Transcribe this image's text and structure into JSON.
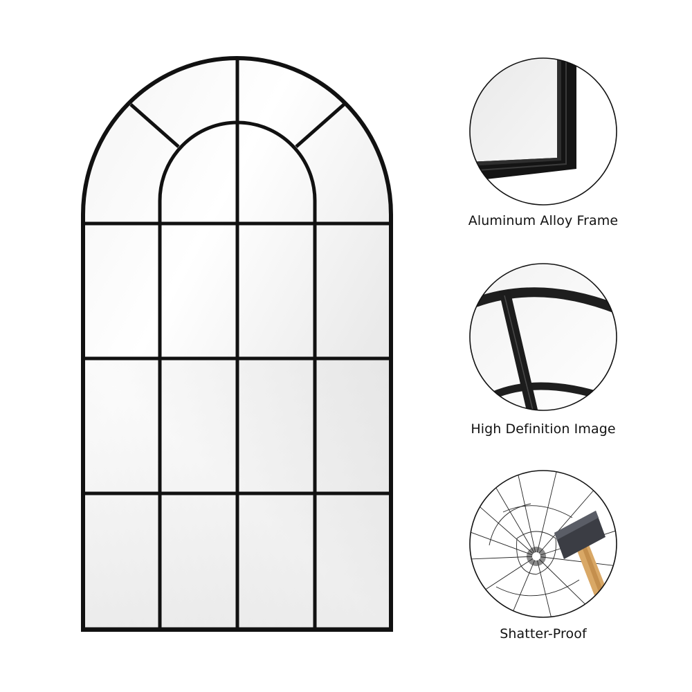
{
  "colors": {
    "frame": "#111111",
    "glass_light": "#ffffff",
    "glass_dark": "#dcdcdc",
    "background": "#ffffff",
    "label_text": "#111111"
  },
  "product": {
    "name": "arched-window-mirror",
    "frame_color": "black",
    "grid": {
      "columns": 4,
      "rectangular_rows": 3,
      "arch_panes": 6
    }
  },
  "features": [
    {
      "label": "Aluminum Alloy Frame",
      "icon": "frame-corner-closeup"
    },
    {
      "label": "High Definition Image",
      "icon": "arched-mullion-closeup"
    },
    {
      "label": "Shatter-Proof",
      "icon": "hammer-cracked-glass"
    }
  ]
}
